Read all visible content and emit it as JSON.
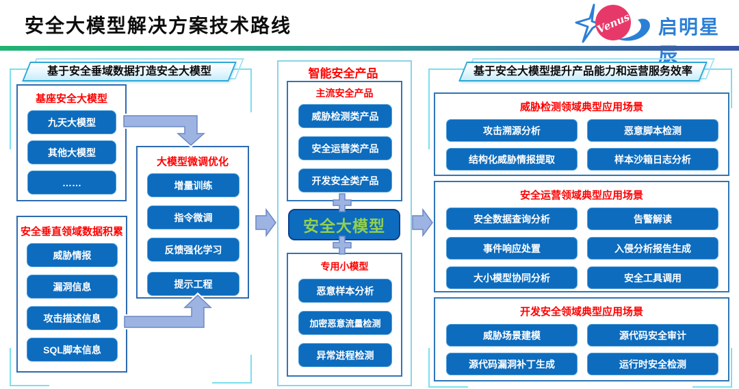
{
  "header": {
    "title": "安全大模型解决方案技术路线",
    "logo_text": "启明星辰",
    "logo_venus": "Venus"
  },
  "left": {
    "banner": "基于安全垂域数据打造安全大模型",
    "base_box": {
      "title": "基座安全大模型",
      "items": [
        "九天大模型",
        "其他大模型",
        "……"
      ]
    },
    "tuning_box": {
      "title": "大模型微调优化",
      "items": [
        "增量训练",
        "指令微调",
        "反馈强化学习",
        "提示工程"
      ]
    },
    "data_box": {
      "title": "安全垂直领域数据积累",
      "items": [
        "威胁情报",
        "漏洞信息",
        "攻击描述信息",
        "SQL脚本信息"
      ]
    }
  },
  "middle": {
    "title": "智能安全产品",
    "mainstream_box": {
      "title": "主流安全产品",
      "items": [
        "威胁检测类产品",
        "安全运营类产品",
        "开发安全类产品"
      ]
    },
    "core_model": "安全大模型",
    "small_box": {
      "title": "专用小模型",
      "items": [
        "恶意样本分析",
        "加密恶意流量检测",
        "异常进程检测"
      ]
    }
  },
  "right": {
    "banner": "基于安全大模型提升产品能力和运营服务效率",
    "groups": [
      {
        "title": "威胁检测领域典型应用场景",
        "items": [
          "攻击溯源分析",
          "恶意脚本检测",
          "结构化威胁情报提取",
          "样本沙箱日志分析"
        ]
      },
      {
        "title": "安全运营领域典型应用场景",
        "items": [
          "安全数据查询分析",
          "告警解读",
          "事件响应处置",
          "入侵分析报告生成",
          "大小模型协同分析",
          "安全工具调用"
        ]
      },
      {
        "title": "开发安全领域典型应用场景",
        "items": [
          "威胁场景建模",
          "源代码安全审计",
          "源代码漏洞补丁生成",
          "运行时安全检测"
        ]
      }
    ]
  },
  "colors": {
    "button_blue": "#0d6cbe",
    "title_red": "#fe0000",
    "model_green": "#92d050",
    "arrow_fill": "#9db4e2",
    "bracket_cyan": "#7adfec",
    "bar_gradient": [
      "#22b273",
      "#2a9c90",
      "#3b53a6"
    ],
    "logo_blue": "#2c7fd6",
    "logo_pink": "#e73969"
  }
}
